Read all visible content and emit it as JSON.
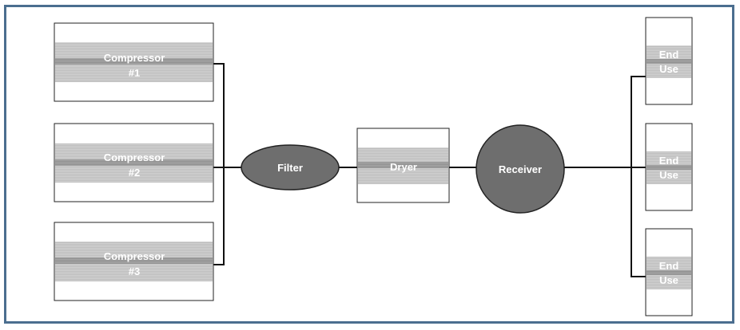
{
  "diagram": {
    "colors": {
      "border": "#4b6e8f",
      "band_light": "#c6c6c6",
      "band_dark": "#9a9a9a",
      "node_fill": "#6e6e6e",
      "node_stroke": "#222222",
      "line": "#111111"
    },
    "compressors": [
      {
        "line1": "Compressor",
        "line2": "#1"
      },
      {
        "line1": "Compressor",
        "line2": "#2"
      },
      {
        "line1": "Compressor",
        "line2": "#3"
      }
    ],
    "filter": {
      "label": "Filter"
    },
    "dryer": {
      "label": "Dryer"
    },
    "receiver": {
      "label": "Receiver"
    },
    "end_uses": [
      {
        "line1": "End",
        "line2": "Use"
      },
      {
        "line1": "End",
        "line2": "Use"
      },
      {
        "line1": "End",
        "line2": "Use"
      }
    ]
  }
}
